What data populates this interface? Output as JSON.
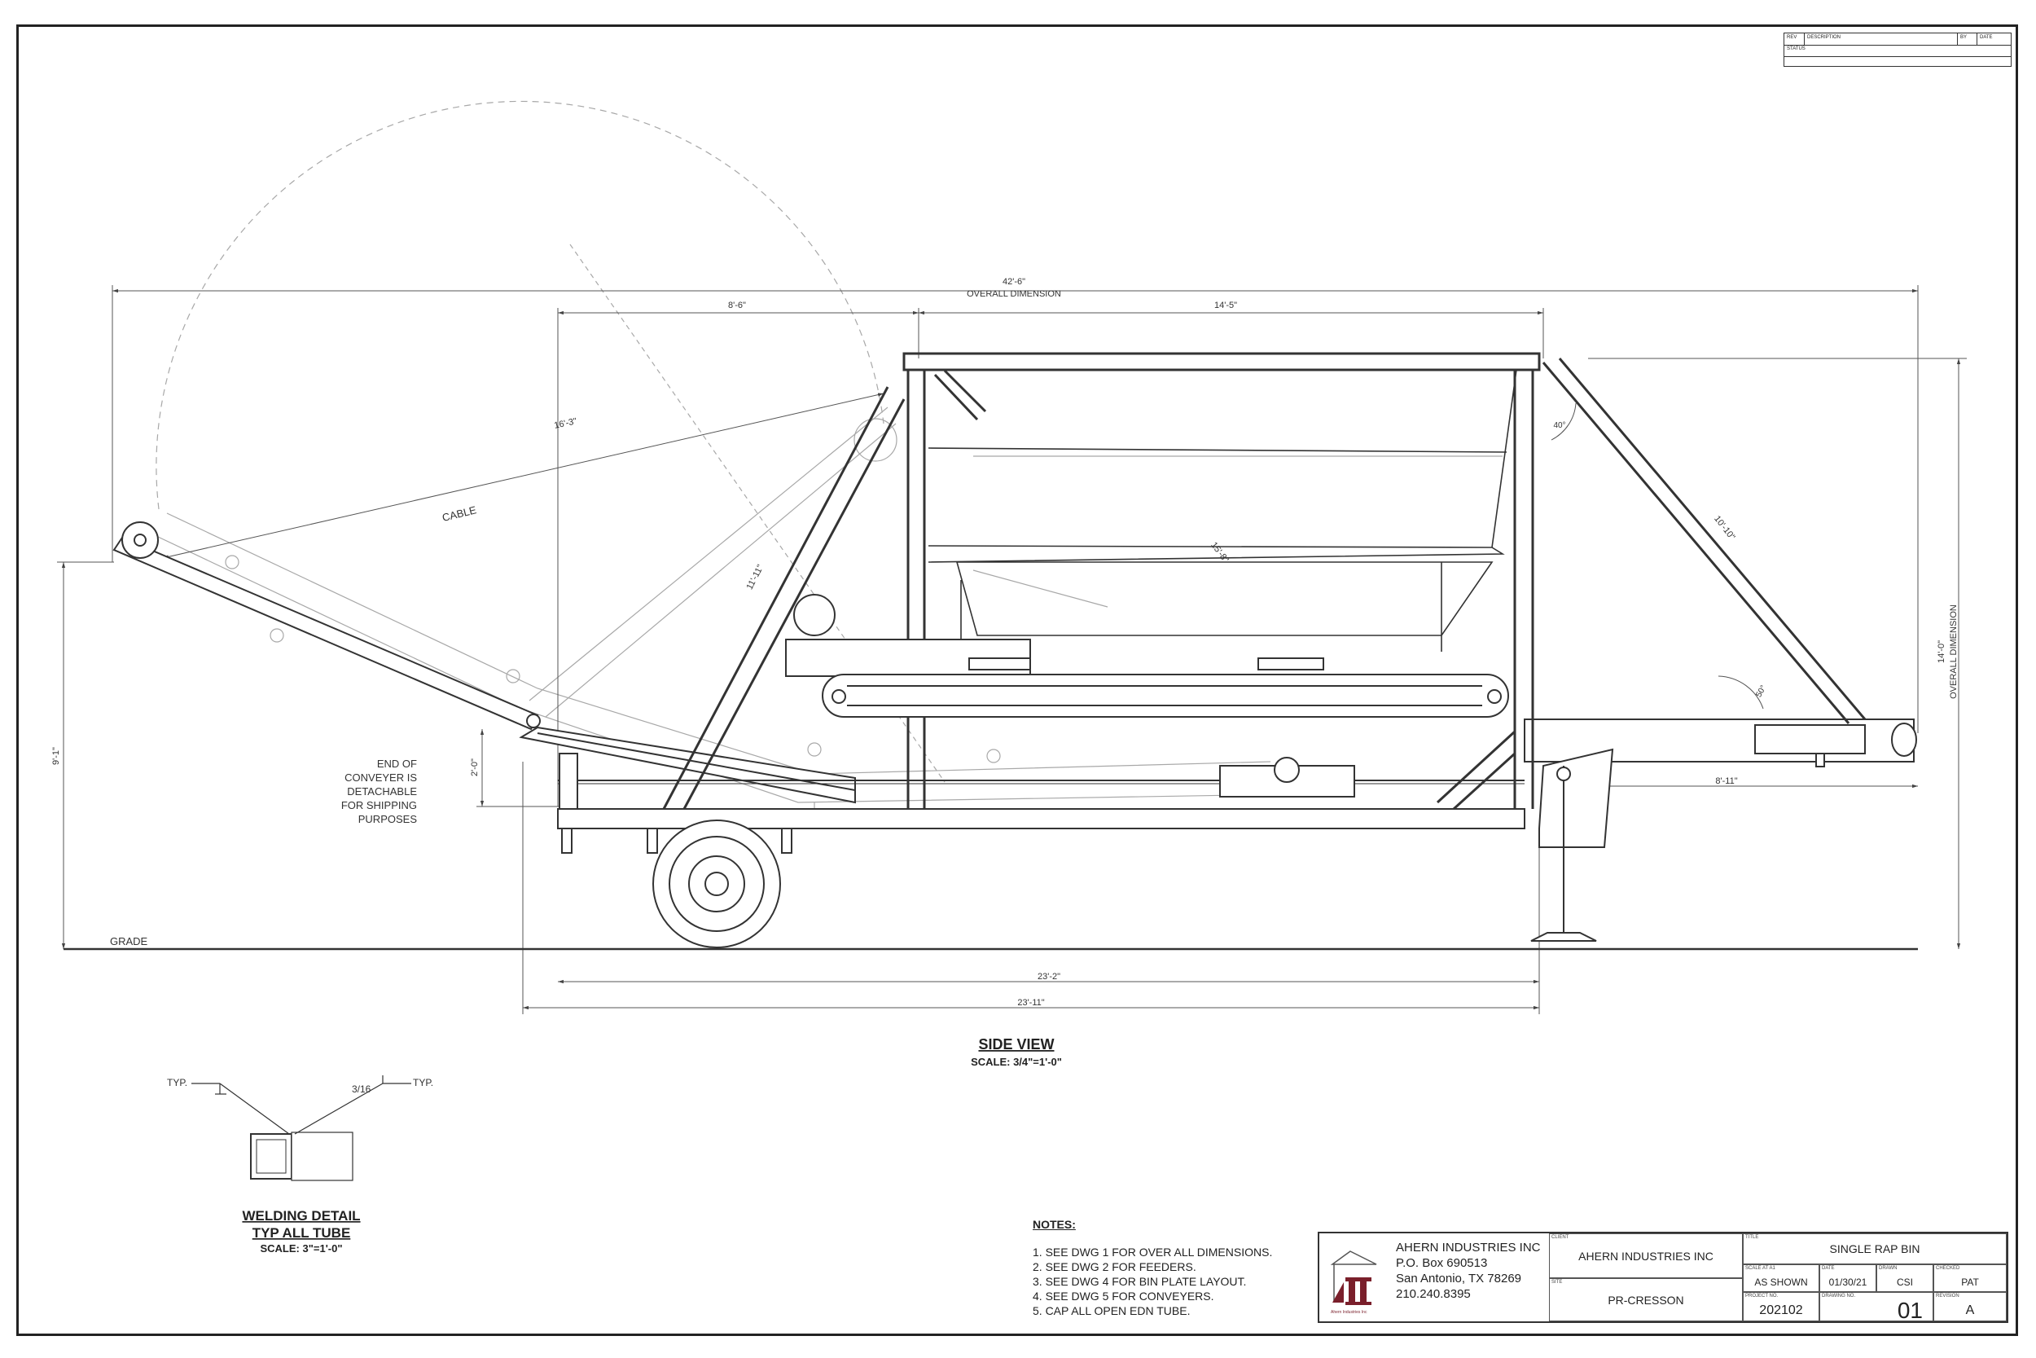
{
  "overall_length": "42'-6\"",
  "overall_length_label": "OVERALL DIMENSION",
  "dim_left_top": "8'-6\"",
  "dim_right_top": "14'-5\"",
  "dim_cable_len": "16'-3\"",
  "cable_label": "CABLE",
  "dim_diag_left": "11'-11\"",
  "dim_diag_mid": "15'-8\"",
  "dim_diag_right": "10'-10\"",
  "angle_top": "40°",
  "angle_bottom": "50°",
  "overall_height": "14'-0\"",
  "overall_height_label": "OVERALL DIMENSION",
  "dim_height_left": "9'-1\"",
  "dim_drop": "2'-0\"",
  "dim_tongue": "8'-11\"",
  "dim_bottom_1": "23'-2\"",
  "dim_bottom_2": "23'-11\"",
  "grade_label": "GRADE",
  "callout": [
    "END OF",
    "CONVEYER IS",
    "DETACHABLE",
    "FOR SHIPPING",
    "PURPOSES"
  ],
  "side_view_title": "SIDE VIEW",
  "side_view_scale": "SCALE: 3/4\"=1'-0\"",
  "weld_typ_left": "TYP.",
  "weld_typ_right": "TYP.",
  "weld_size": "3/16",
  "weld_title_1": "WELDING DETAIL",
  "weld_title_2": "TYP ALL TUBE",
  "weld_scale": "SCALE: 3\"=1'-0\"",
  "notes_title": "NOTES:",
  "notes": [
    "1. SEE DWG 1 FOR OVER ALL DIMENSIONS.",
    "2. SEE DWG 2 FOR FEEDERS.",
    "3. SEE DWG 4 FOR BIN PLATE LAYOUT.",
    "4. SEE DWG 5 FOR CONVEYERS.",
    "5. CAP ALL OPEN EDN TUBE."
  ],
  "revision_block": {
    "rev_label": "REV",
    "description_label": "DESCRIPTION",
    "by_label": "BY",
    "date_label": "DATE",
    "status_label": "STATUS"
  },
  "title_block": {
    "company_lines": [
      "AHERN INDUSTRIES INC",
      "P.O. Box 690513",
      "San Antonio, TX 78269",
      "210.240.8395"
    ],
    "logo_caption": "Ahern Industries Inc",
    "client_label": "CLIENT",
    "client": "AHERN INDUSTRIES INC",
    "site_label": "SITE",
    "site": "PR-CRESSON",
    "title_label": "TITLE",
    "title": "SINGLE RAP BIN",
    "scale_label": "SCALE AT A1",
    "scale": "AS SHOWN",
    "date_label": "DATE",
    "date": "01/30/21",
    "drawn_label": "DRAWN",
    "drawn": "CSI",
    "checked_label": "CHECKED",
    "checked": "PAT",
    "project_label": "PROJECT NO.",
    "project": "202102",
    "drawing_label": "DRAWING NO.",
    "drawing": "01",
    "revision_label": "REVISION",
    "revision": "A"
  },
  "colors": {
    "line": "#333333",
    "ghost": "#9a9a9a",
    "logo": "#7a1f2b"
  }
}
